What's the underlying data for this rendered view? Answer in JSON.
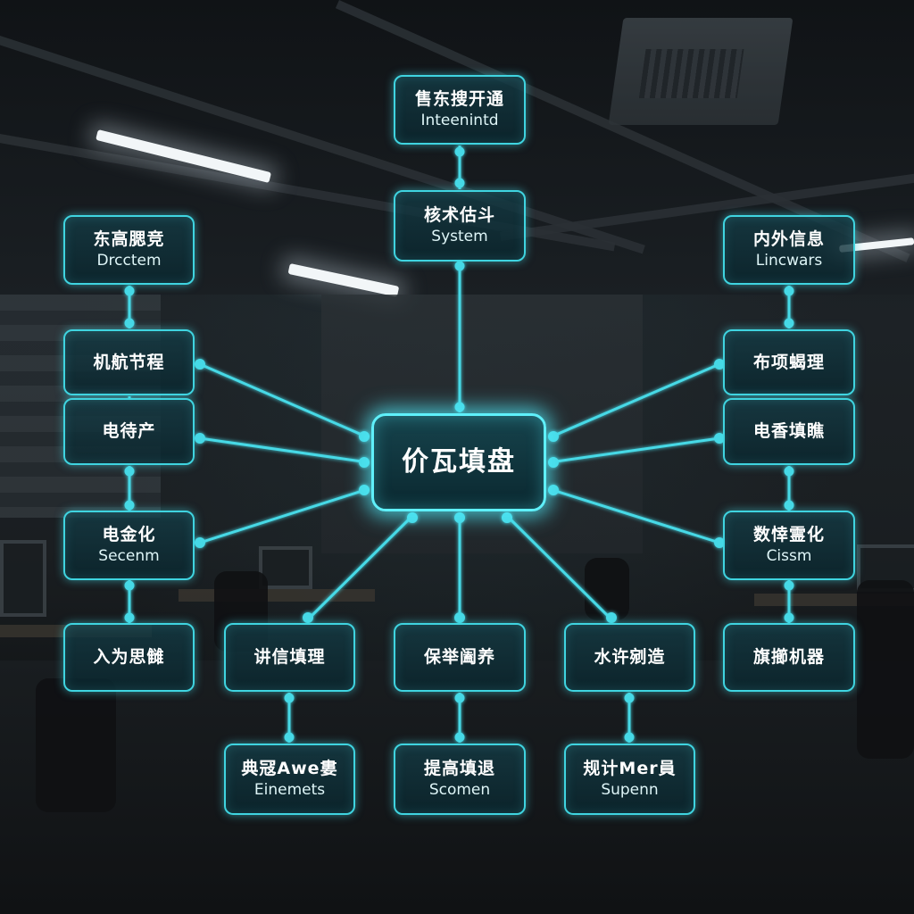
{
  "diagram": {
    "center": {
      "label": "价瓦填盘"
    },
    "top": [
      {
        "label": "售东搜开通",
        "sub": "Inteenintd"
      },
      {
        "label": "核术估斗",
        "sub": "System"
      }
    ],
    "left": [
      {
        "label": "东高腮竞",
        "sub": "Drcctem"
      },
      {
        "label": "机航节程",
        "sub": ""
      },
      {
        "label": "电待产",
        "sub": ""
      },
      {
        "label": "电金化",
        "sub": "Secenm"
      },
      {
        "label": "入为思雠",
        "sub": ""
      }
    ],
    "right": [
      {
        "label": "内外信息",
        "sub": "Lincwars"
      },
      {
        "label": "布项蝎理",
        "sub": ""
      },
      {
        "label": "电香填瞧",
        "sub": ""
      },
      {
        "label": "数悻霊化",
        "sub": "Cissm"
      },
      {
        "label": "旗擳机器",
        "sub": ""
      }
    ],
    "bottom_row1": [
      {
        "label": "讲信填理",
        "sub": ""
      },
      {
        "label": "保举阖养",
        "sub": ""
      },
      {
        "label": "水许剜造",
        "sub": ""
      }
    ],
    "bottom_row2": [
      {
        "label": "典冦Awe婁",
        "sub": "Einemets"
      },
      {
        "label": "提高填退",
        "sub": "Scomen"
      },
      {
        "label": "规计Mer員",
        "sub": "Supenn"
      }
    ],
    "colors": {
      "accent": "#3fd4e0",
      "glow": "#5ff0fa",
      "line": "#46d9e6"
    }
  }
}
